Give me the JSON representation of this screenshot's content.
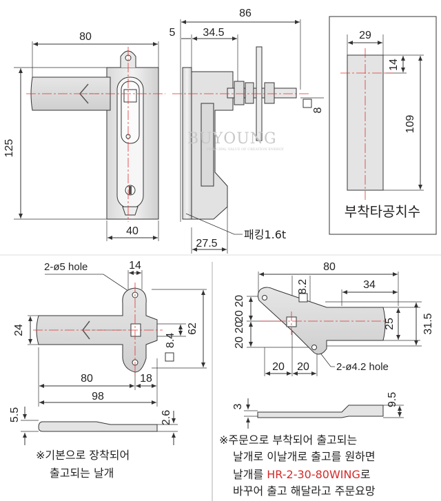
{
  "front_view": {
    "dim_width": "80",
    "dim_height": "125",
    "dim_bottom": "40"
  },
  "side_view": {
    "dim_total": "86",
    "dim_5": "5",
    "dim_depth": "34.5",
    "dim_square": "8",
    "dim_bottom": "27.5",
    "packing_label": "패킹1.6t"
  },
  "cutout": {
    "dim_width": "29",
    "dim_14": "14",
    "dim_height": "109",
    "title": "부착타공치수"
  },
  "blade_left": {
    "hole_label": "2-ø5 hole",
    "dim_14": "14",
    "dim_24": "24",
    "dim_62": "62",
    "dim_sq": "8.4",
    "dim_80": "80",
    "dim_18": "18",
    "dim_98": "98",
    "dim_55": "5.5",
    "dim_26": "2.6",
    "note_line1": "※기본으로 장착되어",
    "note_line2": "출고되는 날개"
  },
  "blade_right": {
    "dim_80": "80",
    "dim_sq": "8.2",
    "dim_34": "34",
    "dim_2020a": "20 20",
    "dim_2020b": "20 20",
    "dim_25": "25",
    "dim_315": "31.5",
    "dim_bottom_a": "20",
    "dim_bottom_b": "20",
    "hole_label": "2-ø4.2 hole",
    "dim_3": "3",
    "dim_95": "9.5",
    "note_line1": "※주문으로 부착되어 출고되는",
    "note_line2": "날개로 이날개로 출고를 원하면",
    "note_line3a": "날개를 ",
    "note_line3_code": "HR-2-30-80WING",
    "note_line3b": "로",
    "note_line4": "바꾸어 출고 해달라고 주문요망"
  },
  "watermark": {
    "brand": "BUYOUNG",
    "tagline": "PRINCIPAL VALUE OF CREATION ENERGY"
  },
  "colors": {
    "line": "#333333",
    "centerline": "#e03030",
    "note_highlight": "#d42a2a"
  }
}
